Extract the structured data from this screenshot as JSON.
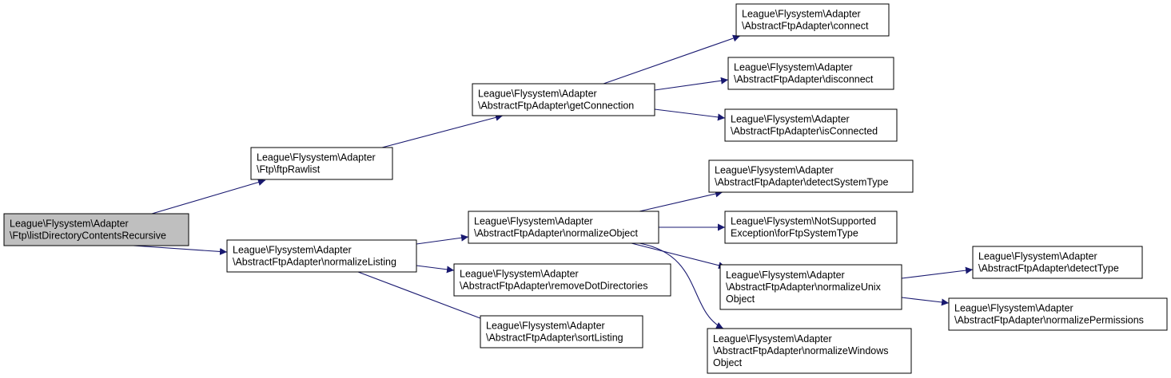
{
  "colors": {
    "edge": "#191970",
    "root_fill": "#bfbfbf",
    "node_fill": "#ffffff",
    "border": "#000000"
  },
  "nodes": {
    "listDirectoryContentsRecursive": {
      "lines": [
        "League\\Flysystem\\Adapter",
        "\\Ftp\\listDirectoryContentsRecursive"
      ],
      "root": true
    },
    "ftpRawlist": {
      "lines": [
        "League\\Flysystem\\Adapter",
        "\\Ftp\\ftpRawlist"
      ]
    },
    "normalizeListing": {
      "lines": [
        "League\\Flysystem\\Adapter",
        "\\AbstractFtpAdapter\\normalizeListing"
      ]
    },
    "getConnection": {
      "lines": [
        "League\\Flysystem\\Adapter",
        "\\AbstractFtpAdapter\\getConnection"
      ]
    },
    "connect": {
      "lines": [
        "League\\Flysystem\\Adapter",
        "\\AbstractFtpAdapter\\connect"
      ]
    },
    "disconnect": {
      "lines": [
        "League\\Flysystem\\Adapter",
        "\\AbstractFtpAdapter\\disconnect"
      ]
    },
    "isConnected": {
      "lines": [
        "League\\Flysystem\\Adapter",
        "\\AbstractFtpAdapter\\isConnected"
      ]
    },
    "normalizeObject": {
      "lines": [
        "League\\Flysystem\\Adapter",
        "\\AbstractFtpAdapter\\normalizeObject"
      ]
    },
    "removeDotDirectories": {
      "lines": [
        "League\\Flysystem\\Adapter",
        "\\AbstractFtpAdapter\\removeDotDirectories"
      ]
    },
    "sortListing": {
      "lines": [
        "League\\Flysystem\\Adapter",
        "\\AbstractFtpAdapter\\sortListing"
      ]
    },
    "detectSystemType": {
      "lines": [
        "League\\Flysystem\\Adapter",
        "\\AbstractFtpAdapter\\detectSystemType"
      ]
    },
    "forFtpSystemType": {
      "lines": [
        "League\\Flysystem\\NotSupported",
        "Exception\\forFtpSystemType"
      ]
    },
    "normalizeUnixObject": {
      "lines": [
        "League\\Flysystem\\Adapter",
        "\\AbstractFtpAdapter\\normalizeUnix",
        "Object"
      ]
    },
    "normalizeWindowsObject": {
      "lines": [
        "League\\Flysystem\\Adapter",
        "\\AbstractFtpAdapter\\normalizeWindows",
        "Object"
      ]
    },
    "detectType": {
      "lines": [
        "League\\Flysystem\\Adapter",
        "\\AbstractFtpAdapter\\detectType"
      ]
    },
    "normalizePermissions": {
      "lines": [
        "League\\Flysystem\\Adapter",
        "\\AbstractFtpAdapter\\normalizePermissions"
      ]
    }
  },
  "edges": [
    [
      "listDirectoryContentsRecursive",
      "ftpRawlist"
    ],
    [
      "listDirectoryContentsRecursive",
      "normalizeListing"
    ],
    [
      "ftpRawlist",
      "getConnection"
    ],
    [
      "getConnection",
      "connect"
    ],
    [
      "getConnection",
      "disconnect"
    ],
    [
      "getConnection",
      "isConnected"
    ],
    [
      "normalizeListing",
      "normalizeObject"
    ],
    [
      "normalizeListing",
      "removeDotDirectories"
    ],
    [
      "normalizeListing",
      "sortListing"
    ],
    [
      "normalizeObject",
      "detectSystemType"
    ],
    [
      "normalizeObject",
      "forFtpSystemType"
    ],
    [
      "normalizeObject",
      "normalizeUnixObject"
    ],
    [
      "normalizeObject",
      "normalizeWindowsObject"
    ],
    [
      "normalizeUnixObject",
      "detectType"
    ],
    [
      "normalizeUnixObject",
      "normalizePermissions"
    ]
  ]
}
